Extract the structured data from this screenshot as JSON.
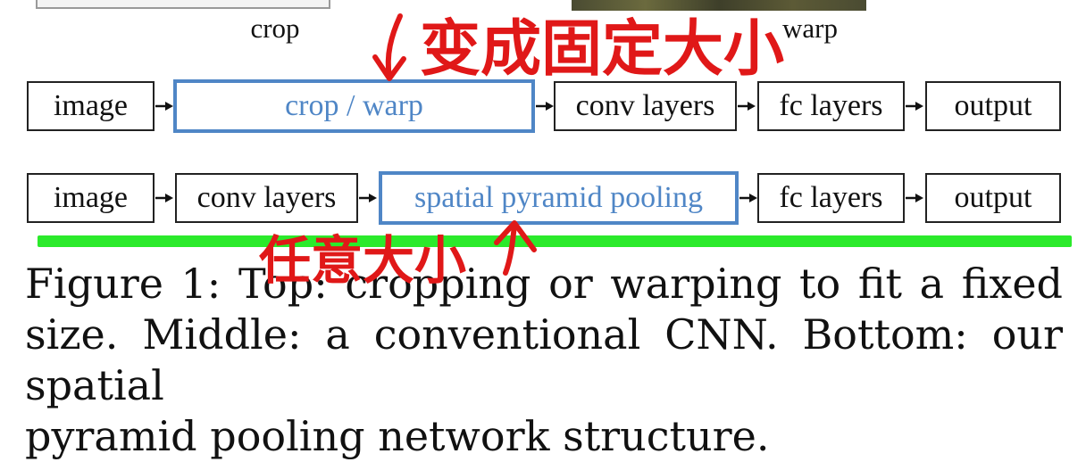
{
  "top_labels": {
    "crop": "crop",
    "warp": "warp"
  },
  "handwritten_top": "变成固定大小",
  "handwritten_bottom": "任意大小",
  "row1": {
    "image": "image",
    "crop_warp": "crop / warp",
    "conv": "conv layers",
    "fc": "fc layers",
    "output": "output"
  },
  "row2": {
    "image": "image",
    "conv": "conv layers",
    "spp": "spatial pyramid pooling",
    "fc": "fc layers",
    "output": "output"
  },
  "caption": {
    "line1": "Figure 1: Top: cropping or warping to fit a fixed",
    "line2": "size. Middle: a conventional CNN. Bottom: our spatial",
    "line3": "pyramid pooling network structure."
  },
  "colors": {
    "accent": "#4f86c6",
    "annotation_red": "#e01818",
    "highlight_green": "#2bea2b"
  },
  "icons": [
    "arrow-right-icon",
    "handwritten-down-arrow-icon",
    "handwritten-up-arrow-icon"
  ]
}
